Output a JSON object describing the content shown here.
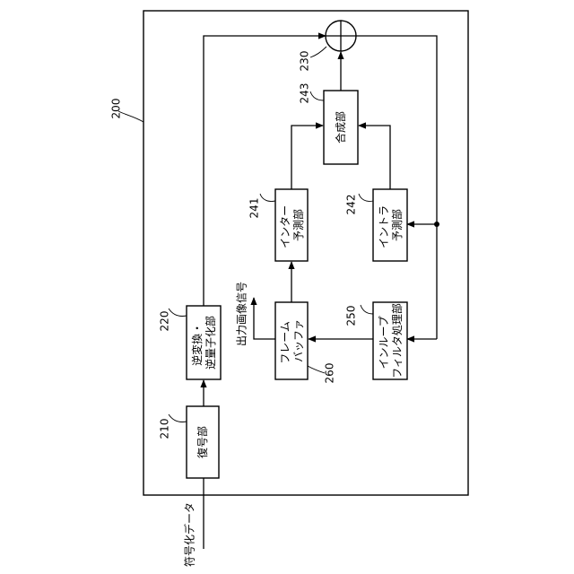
{
  "figure": {
    "outer_ref": "200",
    "input_label": "符号化データ",
    "output_label": "出力画像信号",
    "adder_ref": "230",
    "blocks": {
      "decoder": {
        "ref": "210",
        "lines": [
          "復号部"
        ]
      },
      "inverse_transform": {
        "ref": "220",
        "lines": [
          "逆変換・",
          "逆量子化部"
        ]
      },
      "frame_buffer": {
        "ref": "260",
        "lines": [
          "フレーム",
          "バッファ"
        ]
      },
      "inter_prediction": {
        "ref": "241",
        "lines": [
          "インター",
          "予測部"
        ]
      },
      "intra_prediction": {
        "ref": "242",
        "lines": [
          "イントラ",
          "予測部"
        ]
      },
      "combiner": {
        "ref": "243",
        "lines": [
          "合成部"
        ]
      },
      "loop_filter": {
        "ref": "250",
        "lines": [
          "インループ",
          "フィルタ処理部"
        ]
      }
    }
  }
}
